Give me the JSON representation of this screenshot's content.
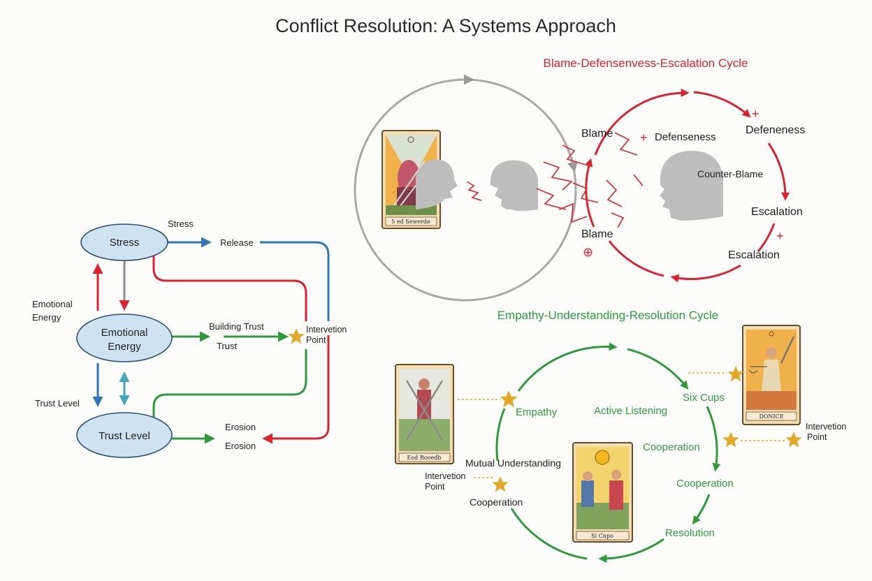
{
  "title": "Conflict Resolution: A Systems Approach",
  "left_system": {
    "nodes": {
      "stress": "Stress",
      "emotional_energy": [
        "Emotional",
        "Energy"
      ],
      "trust_level": "Trust Level"
    },
    "labels": {
      "stress_top": "Stress",
      "release": "Release",
      "emotional_energy_side": [
        "Emotional",
        "Energy"
      ],
      "building_trust": "Building Trust",
      "trust": "Trust",
      "intervention_point": [
        "Intervetion",
        "Point"
      ],
      "trust_level_side": "Trust Level",
      "erosion_1": "Erosion",
      "erosion_2": "Erosion"
    }
  },
  "red_cycle": {
    "title": "Blame-Defensenvess-Escalation Cycle",
    "labels": {
      "blame_top": "Blame",
      "defenseness": "Defenseness",
      "defeneness": "Defeneness",
      "counter_blame": "Counter-Blame",
      "escalation_right": "Escalation",
      "blame_bottom": "Blame",
      "escalation_bottom": "Escalation"
    },
    "signs": {
      "plus": "+",
      "circled_plus": "⊕"
    },
    "card_caption": "5 ed Sewerde"
  },
  "green_cycle": {
    "title": "Empathy-Understanding-Resolution Cycle",
    "labels": {
      "empathy": "Empathy",
      "active_listening": "Active Listening",
      "six_cups": "Six Cups",
      "cooperation_mid": "Cooperation",
      "cooperation_right": "Cooperation",
      "resolution": "Resolution",
      "mutual_understanding": "Mutual Understanding",
      "cooperation_left": "Cooperation",
      "intervention_left": [
        "Intervetion",
        "Point"
      ],
      "intervention_right": [
        "Intervetion",
        "Point"
      ]
    },
    "card_captions": {
      "swords_card": "Eod Rooedb",
      "cups_card": "Si Cnpo",
      "justice_card": "DONICE"
    }
  },
  "colors": {
    "red": "#d8242f",
    "green": "#2e9a3c",
    "blue": "#2f74b5",
    "teal": "#45a6b8",
    "gray": "#8a8a8a",
    "node_fill": "#cfe2f2",
    "star": "#e2a82a"
  },
  "icons": [
    "star-icon",
    "tarot-card-icon",
    "head-silhouette-icon",
    "lightning-icon"
  ]
}
